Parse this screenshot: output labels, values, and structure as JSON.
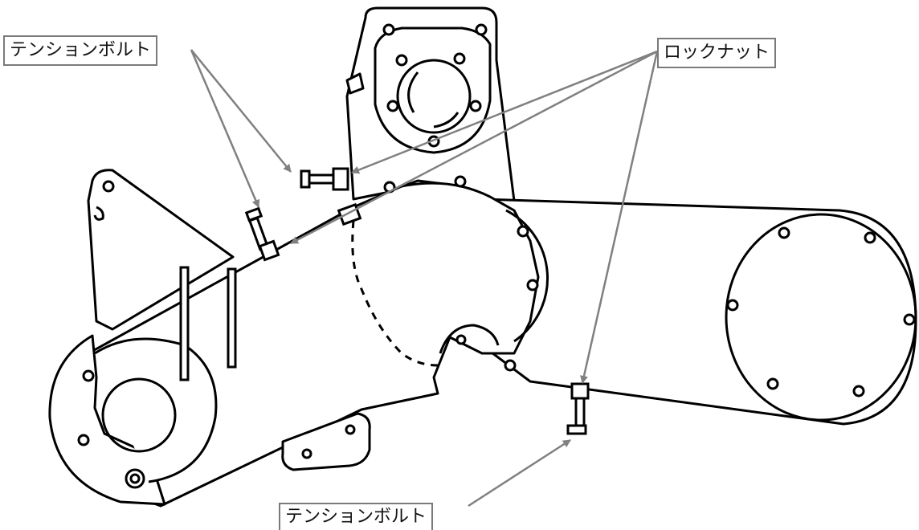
{
  "callouts": {
    "tension_bolt_top": "テンションボルト",
    "lock_nut": "ロックナット",
    "tension_bolt_bottom": "テンションボルト"
  },
  "colors": {
    "line": "#000000",
    "leader": "#808080",
    "background": "#ffffff"
  }
}
